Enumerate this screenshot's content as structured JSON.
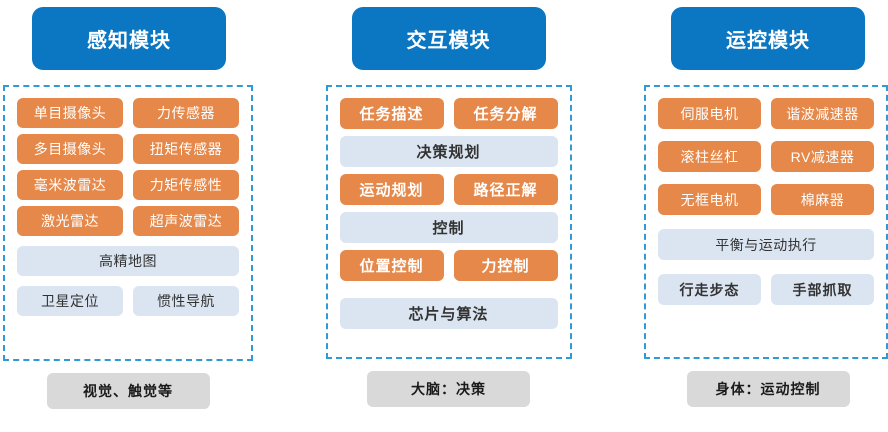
{
  "diagram": {
    "title": "humanoid-robot-module-architecture",
    "colors": {
      "header_blue": "#0b76c2",
      "orange": "#e5884a",
      "light_blue": "#dbe5f1",
      "dashed_border": "#2e9bd6",
      "footer_grey": "#d9d9d9",
      "background": "#ffffff"
    },
    "columns": [
      {
        "header": "感知模块",
        "footer": "视觉、触觉等",
        "rows": [
          {
            "style": "orange",
            "bold": false,
            "cells": [
              "单目摄像头",
              "力传感器"
            ]
          },
          {
            "style": "orange",
            "bold": false,
            "cells": [
              "多目摄像头",
              "扭矩传感器"
            ]
          },
          {
            "style": "orange",
            "bold": false,
            "cells": [
              "毫米波雷达",
              "力矩传感性"
            ]
          },
          {
            "style": "orange",
            "bold": false,
            "cells": [
              "激光雷达",
              "超声波雷达"
            ]
          },
          {
            "style": "light",
            "bold": false,
            "gap_before": true,
            "cells": [
              "高精地图"
            ]
          },
          {
            "style": "light",
            "bold": false,
            "gap_before": true,
            "cells": [
              "卫星定位",
              "惯性导航"
            ]
          }
        ]
      },
      {
        "header": "交互模块",
        "footer": "大脑：决策",
        "rows": [
          {
            "style": "orange",
            "bold": true,
            "cells": [
              "任务描述",
              "任务分解"
            ]
          },
          {
            "style": "light",
            "bold": true,
            "cells": [
              "决策规划"
            ]
          },
          {
            "style": "orange",
            "bold": true,
            "cells": [
              "运动规划",
              "路径正解"
            ]
          },
          {
            "style": "light",
            "bold": true,
            "cells": [
              "控制"
            ]
          },
          {
            "style": "orange",
            "bold": true,
            "cells": [
              "位置控制",
              "力控制"
            ]
          },
          {
            "style": "light",
            "bold": true,
            "gap_before": true,
            "cells": [
              "芯片与算法"
            ]
          }
        ]
      },
      {
        "header": "运控模块",
        "footer": "身体：运动控制",
        "rows": [
          {
            "style": "orange",
            "bold": false,
            "cells": [
              "伺服电机",
              "谐波减速器"
            ]
          },
          {
            "style": "orange",
            "bold": false,
            "cells": [
              "滚柱丝杠",
              "RV减速器"
            ]
          },
          {
            "style": "orange",
            "bold": false,
            "cells": [
              "无框电机",
              "棉麻器"
            ]
          },
          {
            "style": "light",
            "bold": false,
            "gap_before": true,
            "cells": [
              "平衡与运动执行"
            ]
          },
          {
            "style": "light",
            "bold": true,
            "gap_before": true,
            "cells": [
              "行走步态",
              "手部抓取"
            ]
          }
        ]
      }
    ]
  }
}
